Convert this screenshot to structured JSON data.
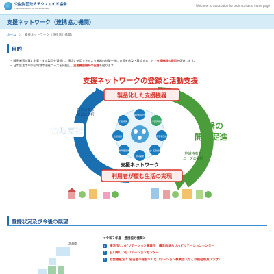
{
  "header": {
    "org_name": "公益財団法人テクノエイド協会",
    "org_sub": "The Association for Technical Aids",
    "welcome": "Welcome to association for technical aids' home page"
  },
  "page": {
    "title": "支援ネットワーク（連携協力機関）"
  },
  "breadcrumb": {
    "home": "ホーム",
    "sep": "＞",
    "current": "支援ネットワーク（連携協力機関）"
  },
  "purpose": {
    "heading": "目的",
    "bullet1_pre": "・ 障害者等が真に必要とする製品を選択し、適切に使用できるよう機器の特徴や使い方等を普及・周知することで",
    "bullet1_red": "支援機器の適用",
    "bullet1_post": "を促進します。",
    "bullet2_pre": "・ 日常生活の中から地域の潜在ニーズを発掘し、",
    "bullet2_red": "支援機器開発の促進",
    "bullet2_post": "を図ります。"
  },
  "diagram": {
    "title": "支援ネットワークの登録と活動支援",
    "top_box": "製品化した支援機器",
    "bottom_box": "利用者が望む生活の実現",
    "left_arrow": "普及支援",
    "right_arrow_1": "機器の",
    "right_arrow_2": "開発促進",
    "left_note_1": "真に必要な",
    "left_note_2": "機器の選択",
    "right_note_1": "地域特有の",
    "right_note_2": "ニーズの発掘",
    "network_label": "支援ネットワーク",
    "nodes": [
      "福祉用具企業",
      "大学研究機関",
      "障害者団体",
      "福祉・医療関係者",
      "研究開発",
      "専門職団体",
      "支援機関",
      "行政機関"
    ],
    "colors": {
      "red": "#d8322a",
      "blue": "#1a6fb0",
      "green": "#4a9d3a",
      "node": "#1a7bc0"
    }
  },
  "registration": {
    "heading": "登録状況及び今後の展望",
    "list_title": "＜令和７年度　連携協力機関＞",
    "items": [
      {
        "num": "1",
        "text": "横浜市リハビリテーション事業団　横浜市総合リハビリテーションセンター"
      },
      {
        "num": "2",
        "text": "石川県リハビリテーションセンター"
      },
      {
        "num": "3",
        "text": "社会福祉法人 名古屋市総合リハビリテーション事業団（なごや福祉用具プラザ）"
      }
    ],
    "map_label": "北海道"
  }
}
